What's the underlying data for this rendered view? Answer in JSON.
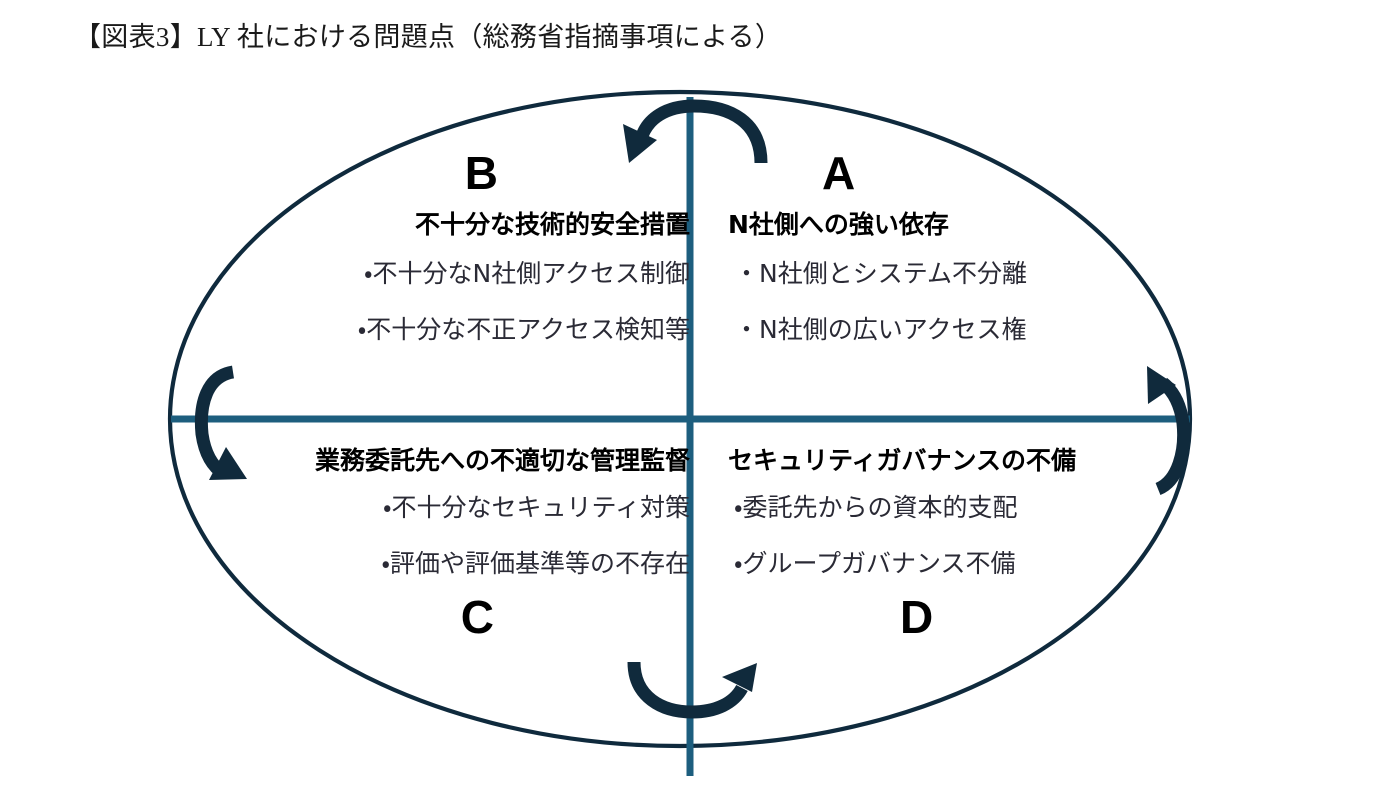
{
  "title": "【図表3】LY 社における問題点（総務省指摘事項による）",
  "colors": {
    "ellipse_stroke": "#0f2a3d",
    "axis": "#1d5e7e",
    "arrow": "#102a3c",
    "heading_text": "#000000",
    "bullet_text": "#2a2a35",
    "title_text": "#1a1a1a",
    "background": "#ffffff"
  },
  "diagram": {
    "shape": "ellipse",
    "axes": {
      "vertical": true,
      "horizontal": true
    },
    "rotation_direction": "counterclockwise",
    "arrows": [
      {
        "name": "arrow-top",
        "position": "top",
        "points": "left"
      },
      {
        "name": "arrow-left",
        "position": "left",
        "points": "down"
      },
      {
        "name": "arrow-bottom",
        "position": "bottom",
        "points": "right"
      },
      {
        "name": "arrow-right",
        "position": "right",
        "points": "up"
      }
    ]
  },
  "quadrants": [
    {
      "id": "a",
      "letter": "A",
      "position": "top-right",
      "heading": "N社側への強い依存",
      "bullets": [
        "・N社側とシステム不分離",
        "・N社側の広いアクセス権"
      ]
    },
    {
      "id": "b",
      "letter": "B",
      "position": "top-left",
      "heading": "不十分な技術的安全措置",
      "bullets": [
        "・不十分なN社側アクセス制御",
        "・不十分な不正アクセス検知等"
      ]
    },
    {
      "id": "c",
      "letter": "C",
      "position": "bottom-left",
      "heading": "業務委託先への不適切な管理監督",
      "bullets": [
        "・不十分なセキュリティ対策",
        "・評価や評価基準等の不存在"
      ]
    },
    {
      "id": "d",
      "letter": "D",
      "position": "bottom-right",
      "heading": "セキュリティガバナンスの不備",
      "bullets": [
        "・委託先からの資本的支配",
        "・グループガバナンス不備"
      ]
    }
  ]
}
